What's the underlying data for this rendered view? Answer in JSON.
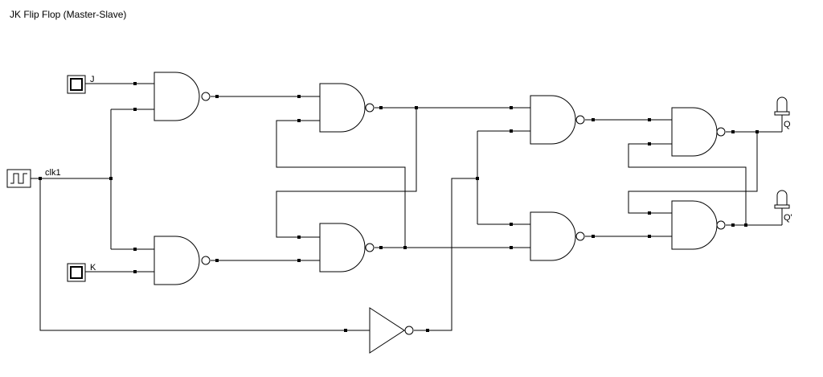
{
  "title": "JK Flip Flop (Master-Slave)",
  "inputs": {
    "j": "J",
    "k": "K",
    "clock": "clk1"
  },
  "outputs": {
    "q": "Q",
    "q_bar": "Q'"
  },
  "icons": {
    "input_switch": "toggle-input-icon",
    "clock_source": "square-wave-icon",
    "output_probe": "led-probe-icon"
  },
  "colors": {
    "wire": "#000000",
    "background": "#ffffff"
  }
}
